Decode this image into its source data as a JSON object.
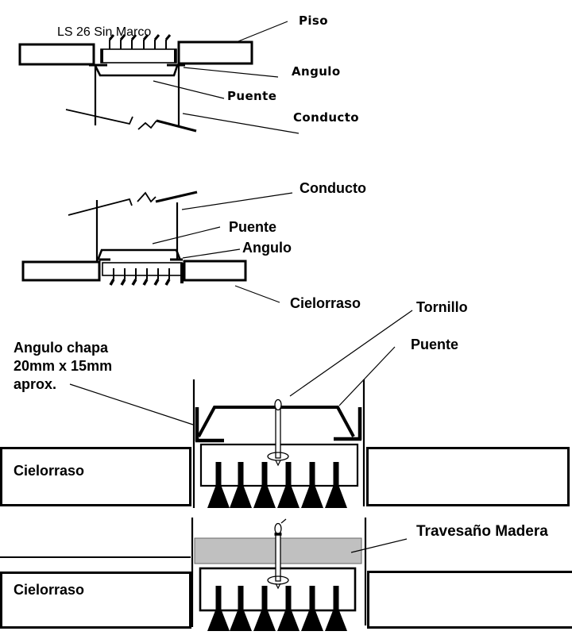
{
  "colors": {
    "ink": "#000000",
    "beam_fill": "#c0c0c0",
    "background": "#ffffff"
  },
  "diagram1": {
    "title": "LS 26 Sin Marco",
    "labels": {
      "piso": "Piso",
      "angulo": "Angulo",
      "puente": "Puente",
      "conducto": "Conducto"
    }
  },
  "diagram2": {
    "labels": {
      "conducto": "Conducto",
      "puente": "Puente",
      "angulo": "Angulo",
      "cielorraso": "Cielorraso"
    }
  },
  "diagram3": {
    "labels": {
      "tornillo": "Tornillo",
      "puente": "Puente",
      "angulo_chapa": [
        "Angulo chapa",
        "20mm x 15mm",
        "aprox."
      ],
      "cielorraso": "Cielorraso"
    }
  },
  "diagram4": {
    "labels": {
      "travesano": "Travesaño Madera",
      "cielorraso": "Cielorraso"
    }
  }
}
